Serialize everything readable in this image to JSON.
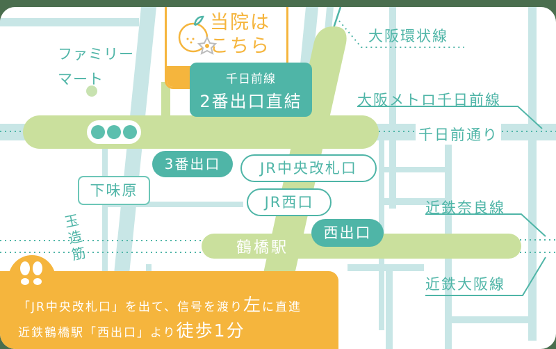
{
  "colors": {
    "frame": "#4a6e4e",
    "background": "#ffffff",
    "road_light": "#c8e6e6",
    "main_road": "#cae09d",
    "teal": "#4fb5a7",
    "orange": "#f5b53d"
  },
  "destination": {
    "title_line1": "当院は",
    "title_line2": "こちら",
    "icon": "orange-fruit-and-flower-icon"
  },
  "direct_exit": {
    "line1": "千日前線",
    "line2": "2番出口直結"
  },
  "landmarks": {
    "family_mart_line1": "ファミリー",
    "family_mart_line2": "マート",
    "shimoajihara": "下味原",
    "tamatsukuri_suji": "玉造筋",
    "traffic_light": "traffic-light-icon"
  },
  "exits": {
    "exit3": "3番出口",
    "jr_central": "JR中央改札口",
    "jr_west": "JR西口",
    "west_exit": "西出口"
  },
  "station": {
    "name": "鶴橋駅"
  },
  "lines": {
    "osaka_loop": "大阪環状線",
    "metro_sennichimae": "大阪メトロ千日前線",
    "sennichimae_dori": "千日前通り",
    "kintetsu_nara": "近鉄奈良線",
    "kintetsu_osaka": "近鉄大阪線"
  },
  "directions": {
    "line1_a": "「JR中央改札口」を出て、信号を渡り",
    "line1_big": "左",
    "line1_b": "に直進",
    "line2_a": "近鉄鶴橋駅「西出口」より",
    "line2_big": "徒歩1分",
    "icon": "footprints-icon"
  }
}
